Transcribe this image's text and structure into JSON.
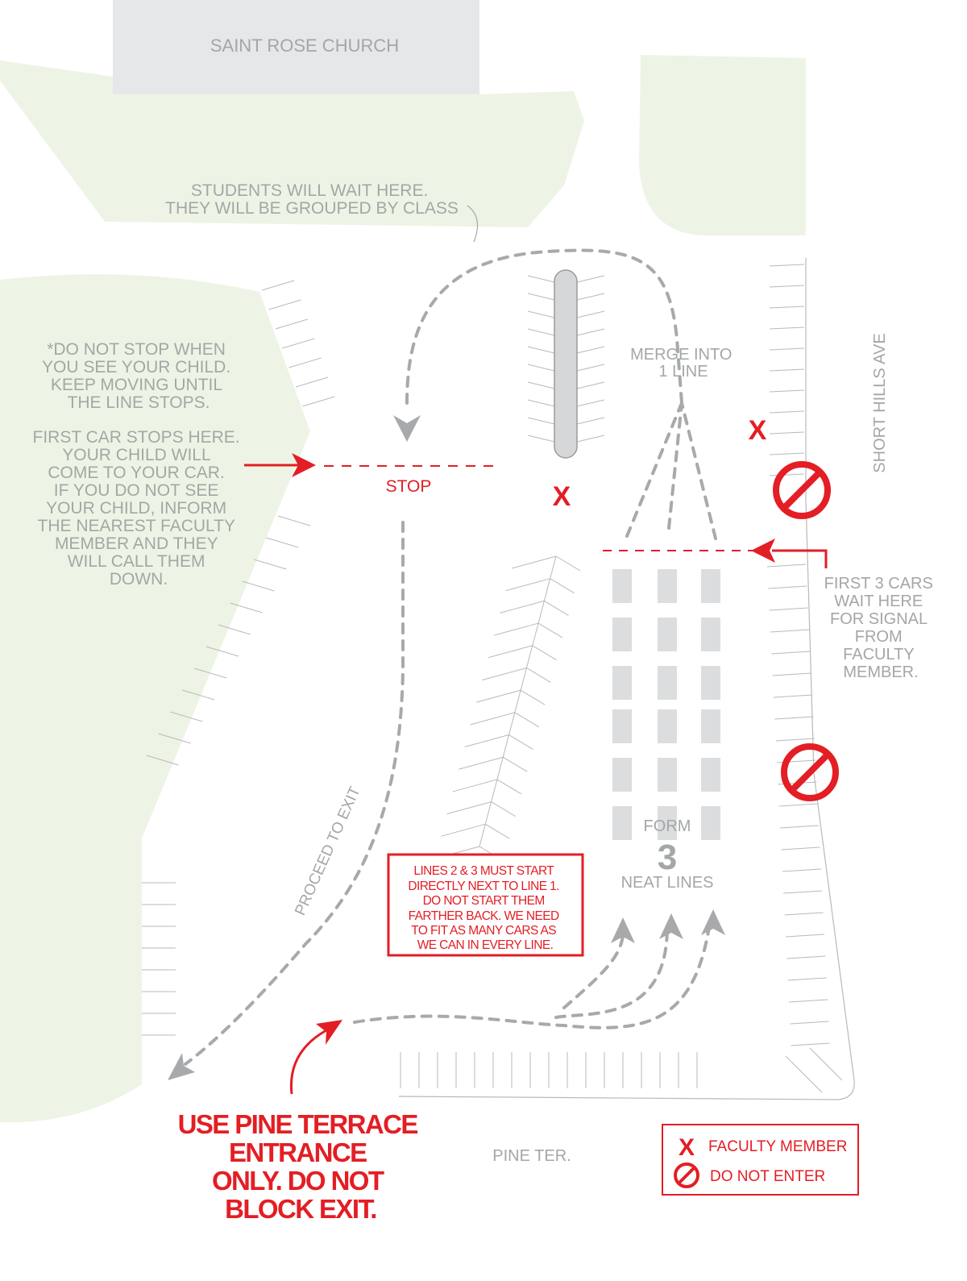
{
  "church": {
    "label": "SAINT ROSE CHURCH"
  },
  "students_note": [
    "STUDENTS WILL WAIT HERE.",
    "THEY WILL BE GROUPED BY CLASS"
  ],
  "left_note": {
    "part1": [
      "*DO NOT STOP WHEN",
      "YOU SEE YOUR CHILD.",
      "KEEP MOVING UNTIL",
      "THE LINE STOPS."
    ],
    "part2": [
      "FIRST CAR STOPS HERE.",
      "YOUR CHILD WILL",
      "COME TO YOUR CAR.",
      "IF YOU DO NOT SEE",
      "YOUR CHILD, INFORM",
      "THE NEAREST FACULTY",
      "MEMBER AND THEY",
      "WILL CALL THEM",
      "DOWN."
    ]
  },
  "stop_label": "STOP",
  "merge_label": [
    "MERGE INTO",
    "1 LINE"
  ],
  "street_right": "SHORT HILLS AVE",
  "street_bottom": "PINE TER.",
  "first3_note": [
    "FIRST 3 CARS",
    "WAIT HERE",
    "FOR SIGNAL",
    "FROM",
    "FACULTY",
    "MEMBER."
  ],
  "form_lines": {
    "top": "FORM",
    "number": "3",
    "bottom": "NEAT LINES"
  },
  "proceed_label": "PROCEED TO EXIT",
  "lines_note": [
    "LINES 2 & 3 MUST START",
    "DIRECTLY NEXT TO LINE 1.",
    "DO NOT START THEM",
    "FARTHER BACK. WE NEED",
    "TO FIT AS MANY CARS AS",
    "WE CAN IN EVERY LINE."
  ],
  "entrance_note": [
    "USE PINE TERRACE",
    "ENTRANCE",
    "ONLY. DO NOT",
    "BLOCK EXIT."
  ],
  "legend": {
    "items": [
      {
        "symbol": "X",
        "icon": "faculty-x-icon",
        "label": "FACULTY MEMBER"
      },
      {
        "symbol": "⊘",
        "icon": "no-entry-icon",
        "label": "DO NOT ENTER"
      }
    ]
  },
  "colors": {
    "red": "#e31e24",
    "green": "#eef4e5",
    "gray_text": "#a3a7a6",
    "church": "#e6e7e8",
    "car": "#dcddde"
  }
}
